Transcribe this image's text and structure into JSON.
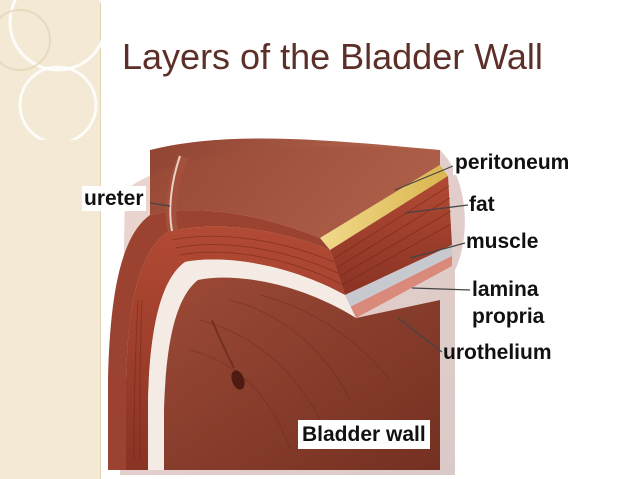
{
  "slide": {
    "title": "Layers of the Bladder Wall"
  },
  "labels": {
    "peritoneum": "peritoneum",
    "fat": "fat",
    "muscle": "muscle",
    "lamina_propria": "lamina propria",
    "urothelium": "urothelium",
    "ureter": "ureter",
    "bladder_wall": "Bladder wall"
  },
  "colors": {
    "title": "#5c2f28",
    "side_band": "#f3e9d4",
    "tissue_dark": "#7a3526",
    "tissue_mid": "#a8523f",
    "fat_yellow": "#e8c96a",
    "lamina": "#c9c9cf",
    "mucosa": "#f2e6dc"
  }
}
